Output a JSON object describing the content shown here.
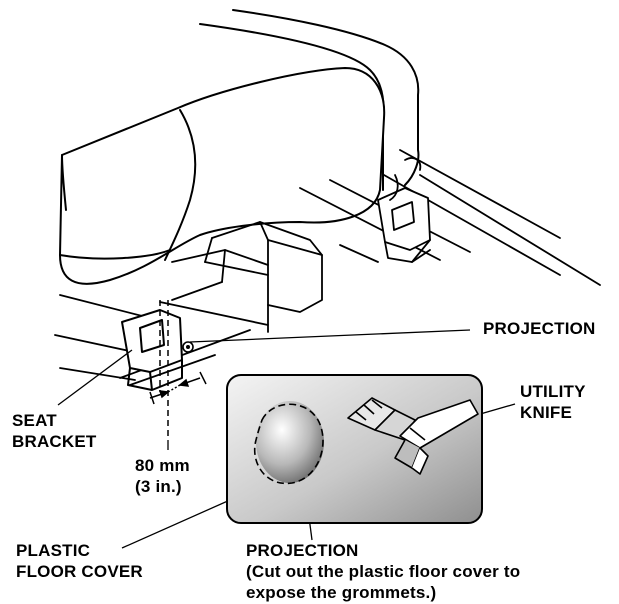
{
  "labels": {
    "projection_top": "PROJECTION",
    "utility_knife": [
      "UTILITY",
      "KNIFE"
    ],
    "seat_bracket": [
      "SEAT",
      "BRACKET"
    ],
    "dimension": [
      "80 mm",
      "(3 in.)"
    ],
    "plastic_floor_cover": [
      "PLASTIC",
      "FLOOR COVER"
    ],
    "projection_bottom": "PROJECTION",
    "instruction": [
      "(Cut out the plastic floor cover to",
      "expose the grommets.)"
    ]
  },
  "colors": {
    "line": "#000000",
    "inset_gradient_light": "#f2f2f2",
    "inset_gradient_dark": "#9a9a9a",
    "background": "#ffffff"
  },
  "icons": {
    "knife": "utility-knife-icon",
    "projection": "projection-grommet-icon"
  }
}
